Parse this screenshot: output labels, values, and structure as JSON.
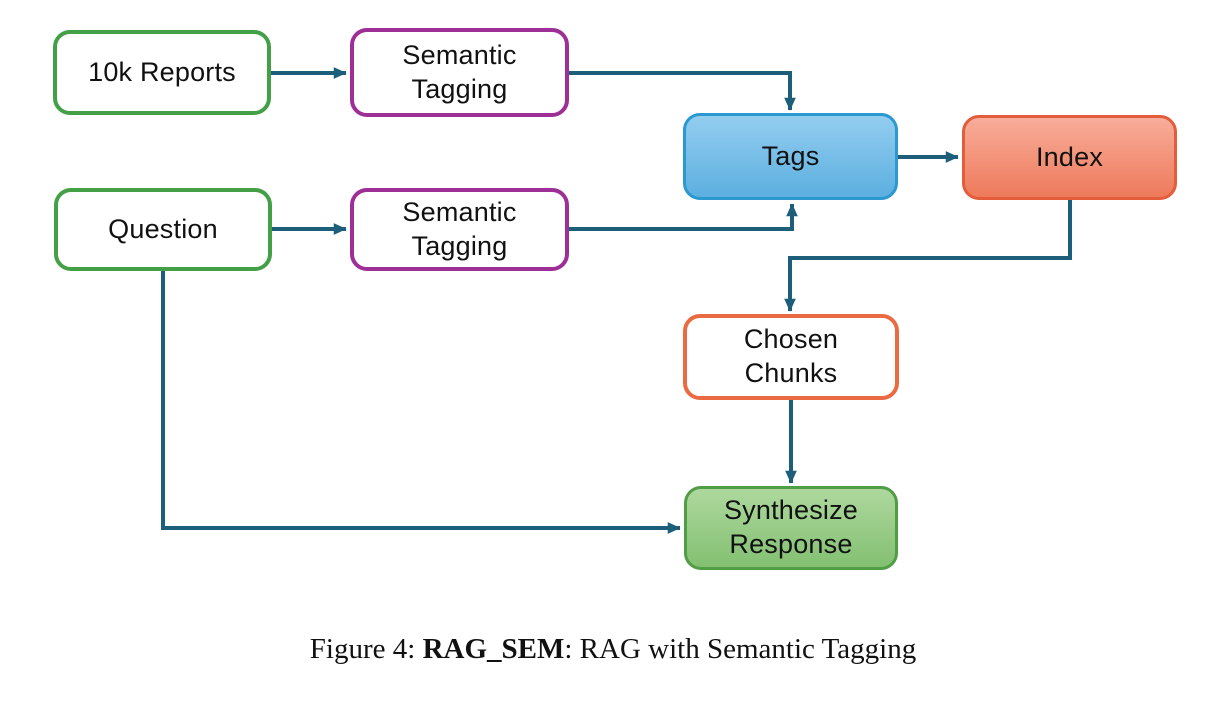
{
  "colors": {
    "connector": "#1D5E7B",
    "green_border": "#43A047",
    "purple_border": "#9E2F96",
    "blue_box_border": "#2B98D0",
    "blue_box_fill_top": "#93CDEF",
    "blue_box_fill_bottom": "#5CAFE0",
    "salmon_box_border": "#E35C3B",
    "salmon_box_fill_top": "#F8AD9A",
    "salmon_box_fill_bottom": "#EE7A5B",
    "orange_outline_border": "#EA6B42",
    "green_box_border": "#4F9E45",
    "green_box_fill_top": "#AED89E",
    "green_box_fill_bottom": "#83C071"
  },
  "nodes": {
    "reports": {
      "label": "10k Reports"
    },
    "semtag_top": {
      "label": "Semantic\nTagging"
    },
    "question": {
      "label": "Question"
    },
    "semtag_bottom": {
      "label": "Semantic\nTagging"
    },
    "tags": {
      "label": "Tags"
    },
    "index": {
      "label": "Index"
    },
    "chosen_chunks": {
      "label": "Chosen\nChunks"
    },
    "synthesize": {
      "label": "Synthesize\nResponse"
    }
  },
  "edges": [
    {
      "from": "10k Reports",
      "to": "Semantic Tagging (top)"
    },
    {
      "from": "Semantic Tagging (top)",
      "to": "Tags"
    },
    {
      "from": "Question",
      "to": "Semantic Tagging (bottom)"
    },
    {
      "from": "Semantic Tagging (bottom)",
      "to": "Tags"
    },
    {
      "from": "Tags",
      "to": "Index"
    },
    {
      "from": "Index",
      "to": "Chosen Chunks"
    },
    {
      "from": "Chosen Chunks",
      "to": "Synthesize Response"
    },
    {
      "from": "Question",
      "to": "Synthesize Response"
    }
  ],
  "caption": {
    "prefix": "Figure 4: ",
    "bold": "RAG_SEM",
    "suffix": ": RAG with Semantic Tagging"
  }
}
